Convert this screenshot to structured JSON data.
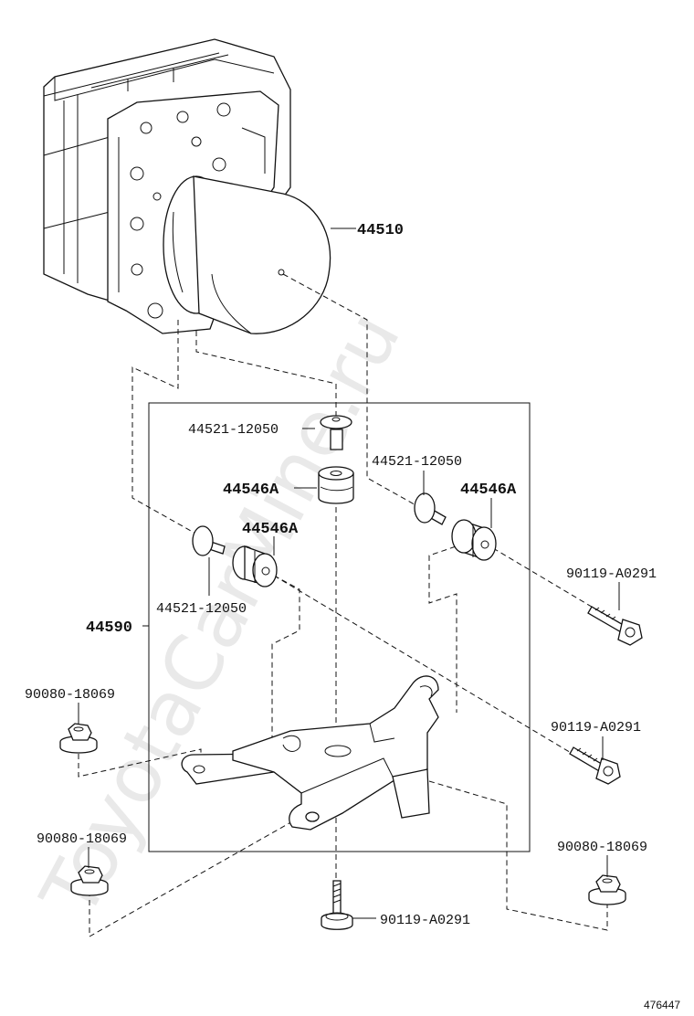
{
  "watermark": "ToyotaCarMine.ru",
  "reference_number": "476447",
  "part_labels": {
    "actuator": "44510",
    "bracket_assy": "44590",
    "spacer_top": "44521-12050",
    "spacer_right": "44521-12050",
    "spacer_left": "44521-12050",
    "cushion_center": "44546A",
    "cushion_right": "44546A",
    "cushion_left": "44546A",
    "bolt_upper_right": "90119-A0291",
    "bolt_lower_right": "90119-A0291",
    "bolt_bottom": "90119-A0291",
    "nut_left_upper": "90080-18069",
    "nut_left_lower": "90080-18069",
    "nut_right": "90080-18069"
  }
}
